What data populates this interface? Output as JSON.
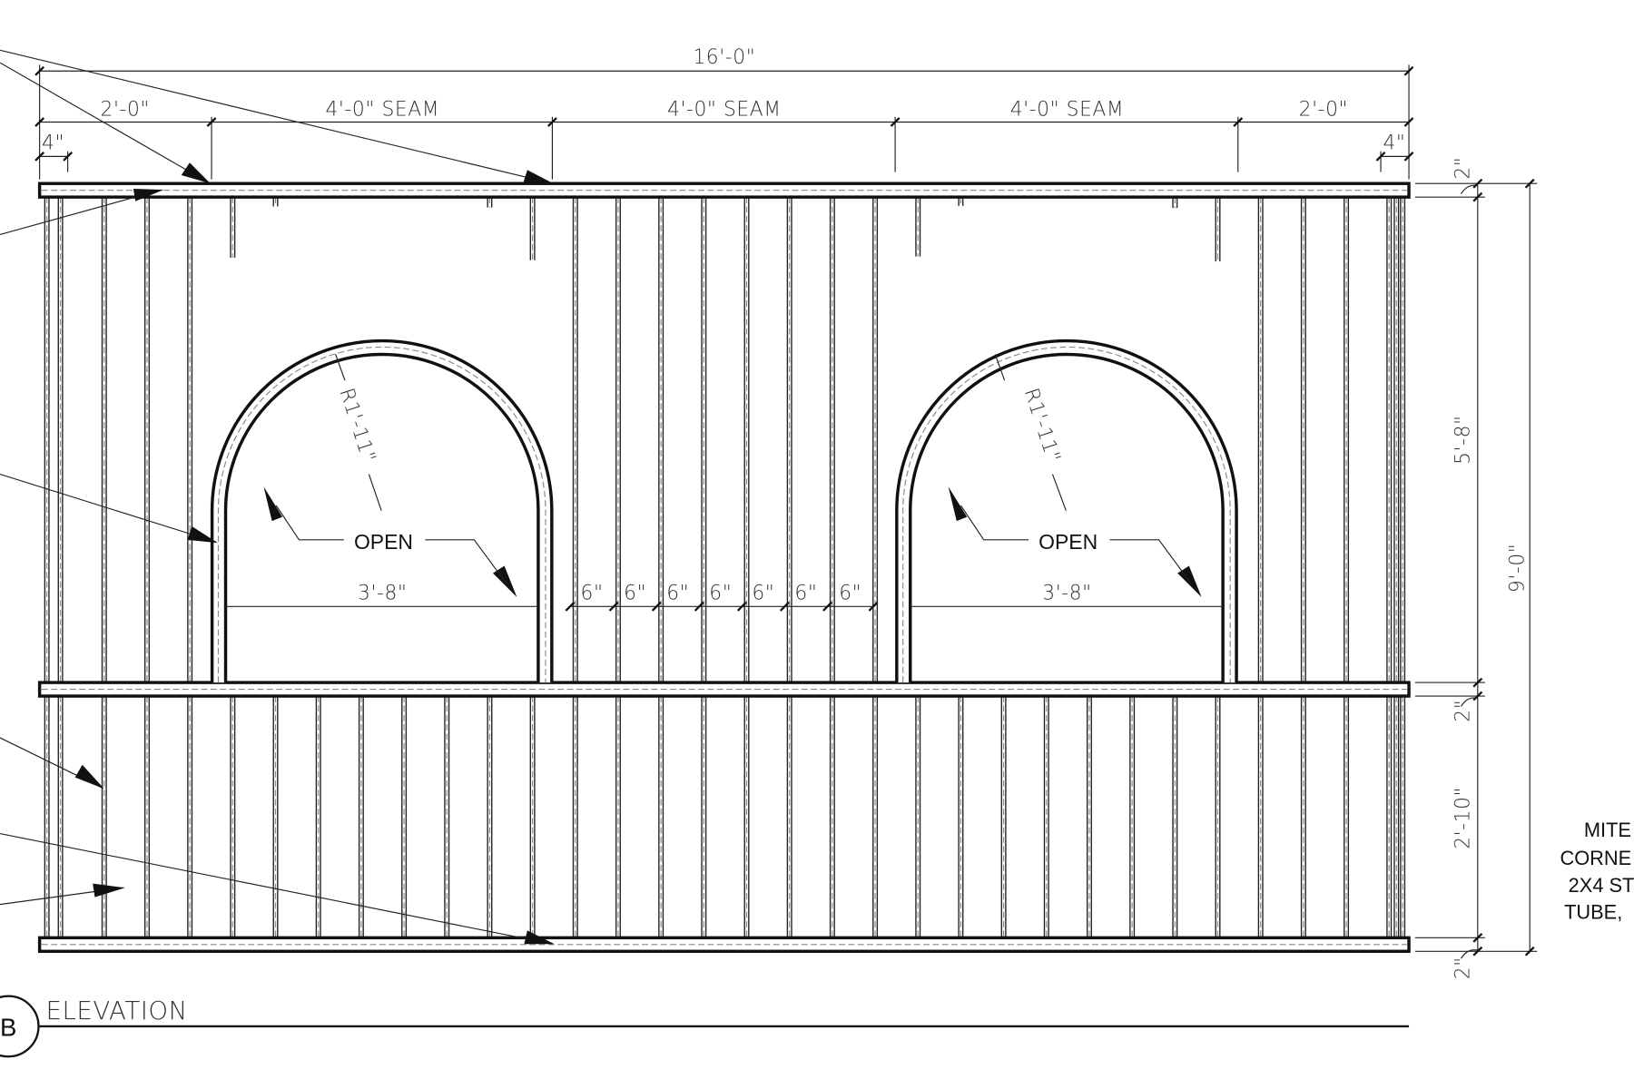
{
  "dimensions": {
    "overall_width": "16'-0\"",
    "end_left": "2'-0\"",
    "seams": [
      "4'-0\" SEAM",
      "4'-0\" SEAM",
      "4'-0\" SEAM"
    ],
    "end_right": "2'-0\"",
    "offset_left": "4\"",
    "offset_right": "4\"",
    "arch_radius": "R1'-11\"",
    "opening_width": "3'-8\"",
    "stud_spacing": [
      "6\"",
      "6\"",
      "6\"",
      "6\"",
      "6\"",
      "6\"",
      "6\""
    ],
    "upper_height": "5'-8\"",
    "lower_height": "2'-10\"",
    "overall_height": "9'-0\"",
    "rail_top": "2\"",
    "rail_mid": "2\"",
    "rail_bottom": "2\""
  },
  "openings": [
    {
      "label": "OPEN"
    },
    {
      "label": "OPEN"
    }
  ],
  "title": {
    "marker": "B",
    "label": "ELEVATION"
  },
  "note_lines": [
    "MITE",
    "CORNE",
    "2X4 ST",
    "TUBE,"
  ]
}
